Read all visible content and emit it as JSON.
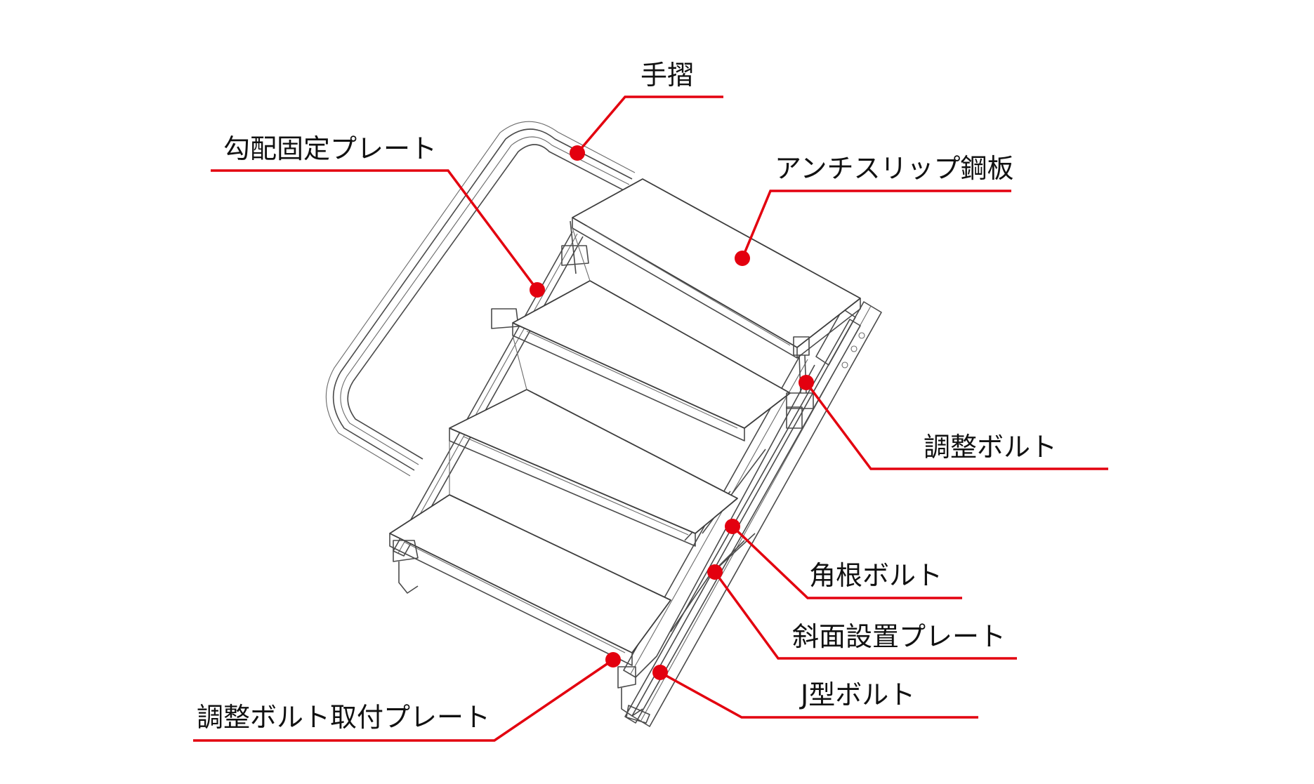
{
  "colors": {
    "leader": "#e3000f",
    "drawing": "#4a4a4a",
    "text": "#111111",
    "background": "#ffffff"
  },
  "labels": {
    "handrail": "手摺",
    "slope_fixing_plate": "勾配固定プレート",
    "anti_slip_steel_plate": "アンチスリップ鋼板",
    "adjusting_bolt": "調整ボルト",
    "carriage_bolt": "角根ボルト",
    "slope_installation_plate": "斜面設置プレート",
    "j_bolt": "J型ボルト",
    "adjusting_bolt_mounting_plate": "調整ボルト取付プレート"
  }
}
